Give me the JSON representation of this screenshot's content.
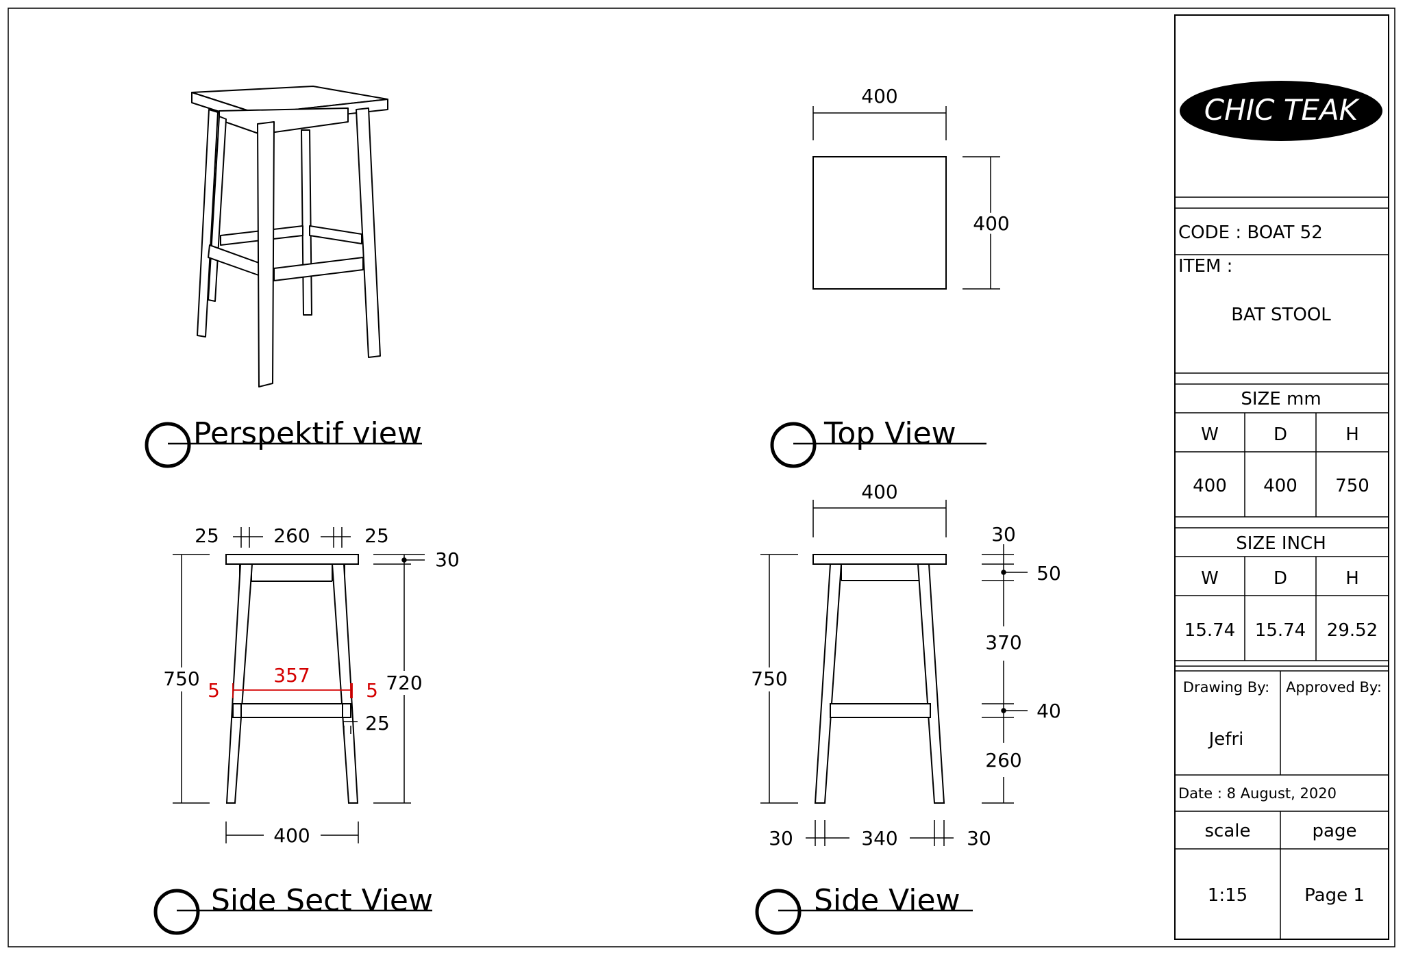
{
  "views": {
    "perspective_title": "Perspektif view",
    "top_title": "Top View",
    "side_sect_title": "Side Sect View",
    "side_title": "Side View"
  },
  "top_view": {
    "width": "400",
    "depth": "400"
  },
  "side_sect": {
    "d_left": "25",
    "d_mid": "260",
    "d_right": "25",
    "top_thk": "30",
    "height": "750",
    "inner_h": "720",
    "inner_w": "357",
    "gap_l": "5",
    "gap_r": "5",
    "rail": "25",
    "bottom_w": "400"
  },
  "side_view": {
    "top_w": "400",
    "top_thk": "30",
    "apron": "50",
    "mid": "370",
    "rail": "40",
    "low": "260",
    "height": "750",
    "leg_l": "30",
    "span": "340",
    "leg_r": "30"
  },
  "title_block": {
    "brand": "CHIC TEAK",
    "code": "CODE : BOAT 52",
    "item_label": "ITEM :",
    "item_name": "BAT STOOL",
    "size_mm_label": "SIZE mm",
    "size_inch_label": "SIZE INCH",
    "col_w": "W",
    "col_d": "D",
    "col_h": "H",
    "mm": {
      "w": "400",
      "d": "400",
      "h": "750"
    },
    "inch": {
      "w": "15.74",
      "d": "15.74",
      "h": "29.52"
    },
    "drawn_by_label": "Drawing By:",
    "approved_by_label": "Approved By:",
    "drawn_by": "Jefri",
    "date": "Date : 8 August, 2020",
    "scale_label": "scale",
    "page_label": "page",
    "scale": "1:15",
    "page": "Page 1"
  },
  "colors": {
    "line": "#000000",
    "dimension_red": "#d40000"
  }
}
